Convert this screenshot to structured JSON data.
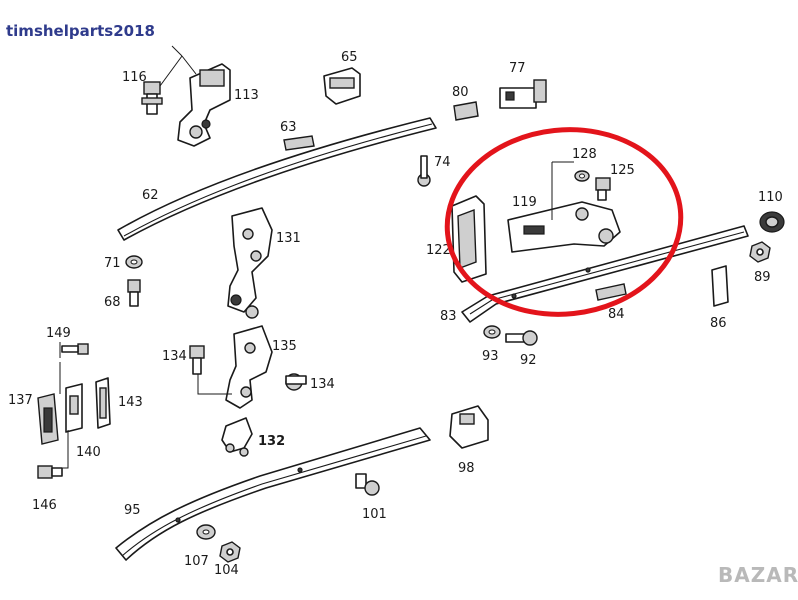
{
  "watermark_text": "timshelparts2018",
  "brand_logo_text": "BAZAR",
  "highlight_color": "#e3141b",
  "part_labels": {
    "p116": "116",
    "p113": "113",
    "p65": "65",
    "p80": "80",
    "p77": "77",
    "p63": "63",
    "p74": "74",
    "p62": "62",
    "p128": "128",
    "p125": "125",
    "p119": "119",
    "p110": "110",
    "p122": "122",
    "p131": "131",
    "p71": "71",
    "p89": "89",
    "p68": "68",
    "p83": "83",
    "p84": "84",
    "p86": "86",
    "p149": "149",
    "p134a": "134",
    "p135": "135",
    "p93": "93",
    "p92": "92",
    "p134b": "134",
    "p137": "137",
    "p143": "143",
    "p132": "132",
    "p140": "140",
    "p98": "98",
    "p146": "146",
    "p95": "95",
    "p101": "101",
    "p107": "107",
    "p104": "104"
  }
}
